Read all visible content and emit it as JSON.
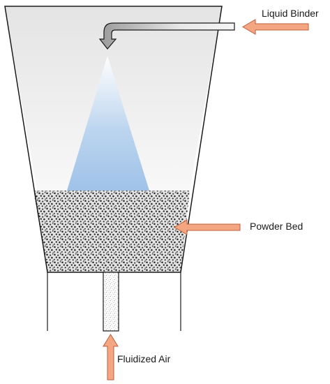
{
  "labels": {
    "liquid_binder": "Liquid Binder",
    "powder_bed": "Powder Bed",
    "fluidized_air": "Fluidized Air"
  },
  "colors": {
    "outline": "#1a1a1a",
    "arrow_fill": "#f4a582",
    "arrow_stroke": "#c0603a",
    "chamber_gradient_top": "#e6e6e6",
    "chamber_gradient_bottom": "#f7f7f7",
    "spray": "#a9c8ea",
    "powder_bg": "#e2e2e2",
    "powder_dot": "#333333",
    "nozzle_pipe_light": "#f2f2f2",
    "nozzle_pipe_dark": "#a8a8a8"
  }
}
